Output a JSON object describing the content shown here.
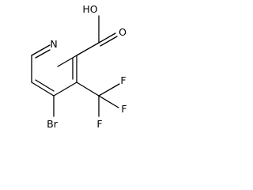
{
  "molecule": {
    "atoms": {
      "hydroxyl": "HO",
      "carbonyl_oxygen": "O",
      "ring_nitrogen": "N",
      "fluorine_top": "F",
      "fluorine_middle": "F",
      "fluorine_bottom": "F",
      "bromine": "Br"
    }
  },
  "colors": {
    "background": "#ffffff",
    "ink": "#000000"
  }
}
